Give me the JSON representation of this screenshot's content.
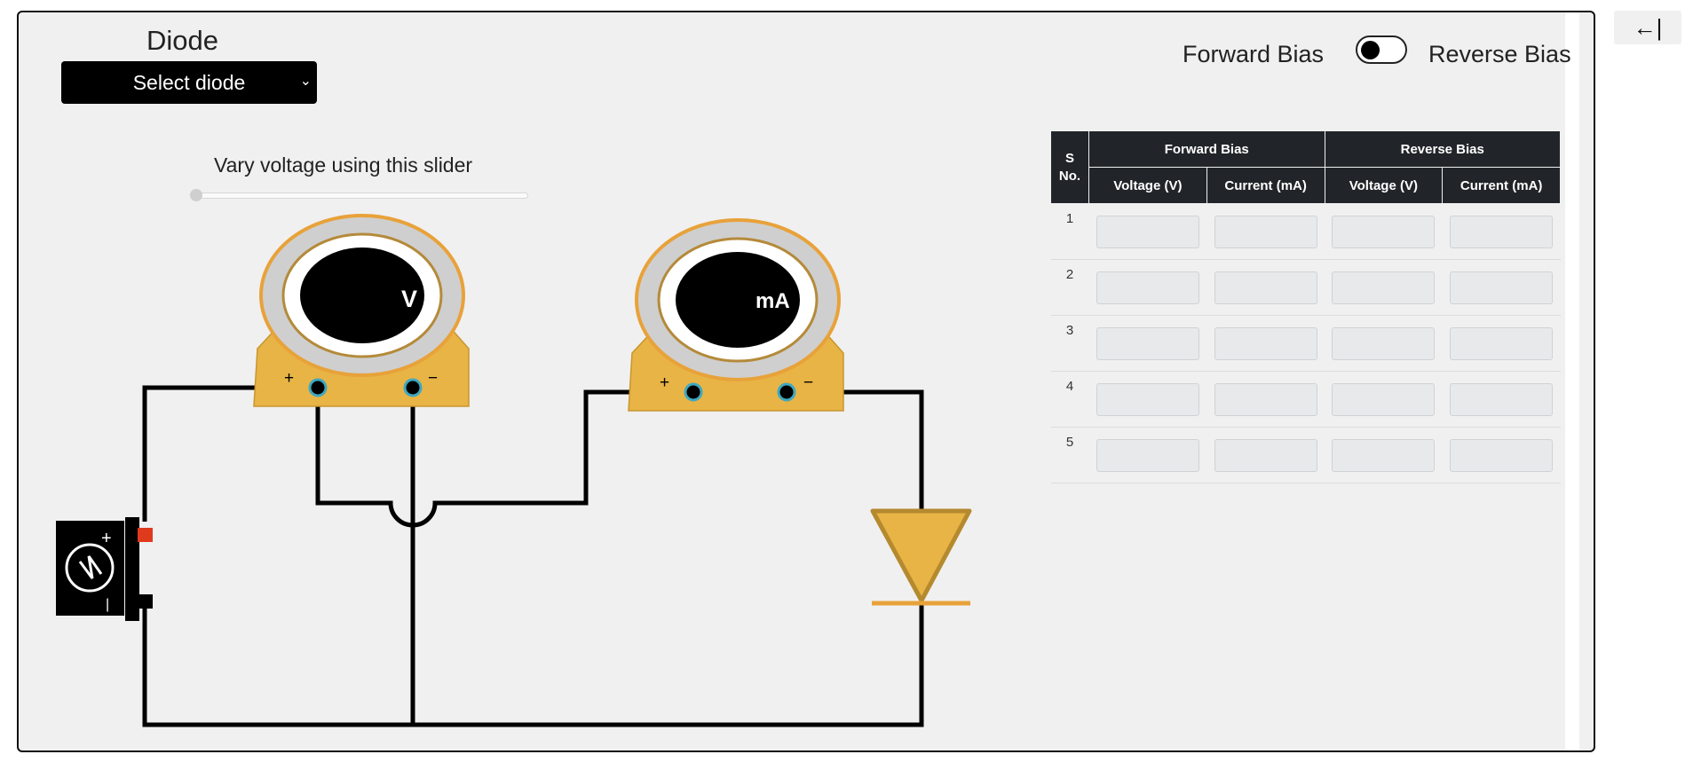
{
  "header": {
    "title": "Diode",
    "select_label": "Select diode"
  },
  "slider": {
    "label": "Vary voltage using this slider",
    "level": 0
  },
  "bias_toggle": {
    "left_label": "Forward Bias",
    "right_label": "Reverse Bias",
    "state": "Forward Bias"
  },
  "collapse": {
    "label": "←|"
  },
  "meters": {
    "voltmeter_unit": "V",
    "ammeter_unit": "mA",
    "plus": "+",
    "minus": "−"
  },
  "battery": {
    "plus": "+",
    "minus": "|"
  },
  "table": {
    "sno_header": "S No.",
    "group_headers": [
      "Forward Bias",
      "Reverse Bias"
    ],
    "sub_headers": [
      "Voltage (V)",
      "Current (mA)",
      "Voltage (V)",
      "Current (mA)"
    ],
    "rows": [
      "1",
      "2",
      "3",
      "4",
      "5"
    ]
  },
  "colors": {
    "meter_gold": "#E8B445",
    "meter_ring": "#E8A23A",
    "table_header": "#212529",
    "terminal_red": "#E03A1E"
  }
}
